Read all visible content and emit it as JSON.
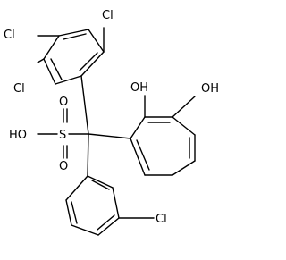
{
  "labels": {
    "cl_top_right": "Cl",
    "cl_upper_left": "Cl",
    "cl_lower_left": "Cl",
    "oh_upper": "OH",
    "oh_right": "OH",
    "ho_sulfonic": "HO",
    "sulfur": "S",
    "oxygen_top": "O",
    "oxygen_bottom": "O",
    "cl_bottom": "Cl"
  }
}
